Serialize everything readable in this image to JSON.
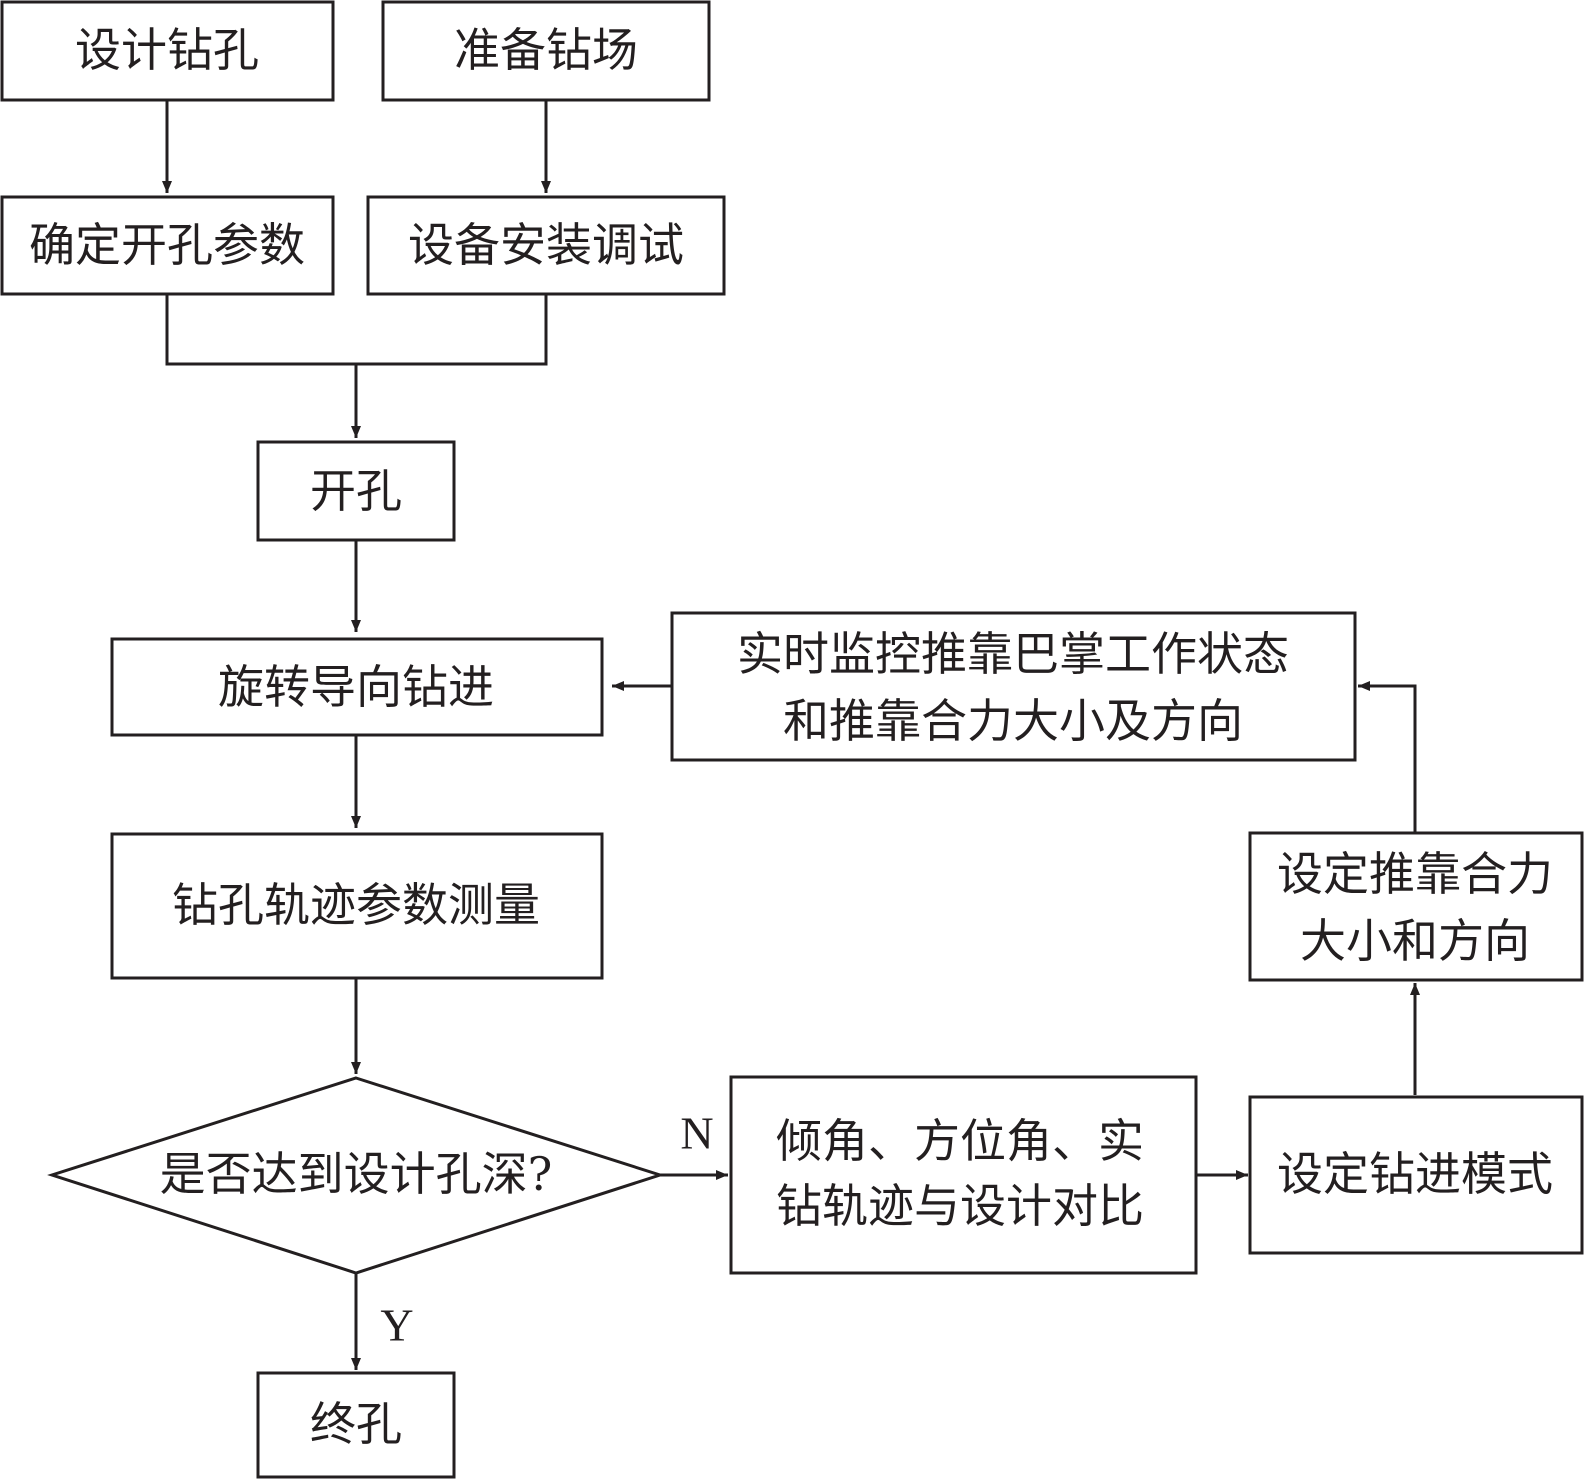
{
  "nodes": {
    "design_hole": "设计钻孔",
    "prepare_site": "准备钻场",
    "determine_params": "确定开孔参数",
    "equipment_install": "设备安装调试",
    "open_hole": "开孔",
    "rotary_steering": "旋转导向钻进",
    "trajectory_measure": "钻孔轨迹参数测量",
    "decision": "是否达到设计孔深?",
    "compare": [
      "倾角、方位角、实",
      "钻轨迹与设计对比"
    ],
    "set_mode": "设定钻进模式",
    "set_force": [
      "设定推靠合力",
      "大小和方向"
    ],
    "monitor": [
      "实时监控推靠巴掌工作状态",
      "和推靠合力大小及方向"
    ],
    "end_hole": "终孔"
  },
  "edges": {
    "no_label": "N",
    "yes_label": "Y"
  }
}
